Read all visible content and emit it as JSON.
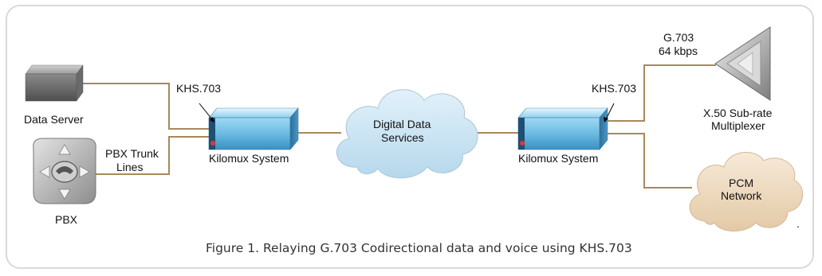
{
  "diagram": {
    "labels": {
      "data_server": "Data Server",
      "pbx": "PBX",
      "pbx_trunk_1": "PBX Trunk",
      "pbx_trunk_2": "Lines",
      "khs_left": "KHS.703",
      "khs_right": "KHS.703",
      "kilomux_left": "Kilomux System",
      "kilomux_right": "Kilomux System",
      "cloud_dds_1": "Digital Data",
      "cloud_dds_2": "Services",
      "g703_1": "G.703",
      "g703_2": "64 kbps",
      "x50_1": "X.50 Sub-rate",
      "x50_2": "Multiplexer",
      "pcm_1": "PCM",
      "pcm_2": "Network",
      "dot": "."
    },
    "caption": "Figure 1.  Relaying G.703 Codirectional data and voice using KHS.703"
  },
  "colors": {
    "link": "#a8895a",
    "kilomux_blue": "#7ec4e6",
    "cloud_blue": "#cfe6f3",
    "cloud_tan": "#efdcc4",
    "device_gray": "#9a9a9a"
  }
}
